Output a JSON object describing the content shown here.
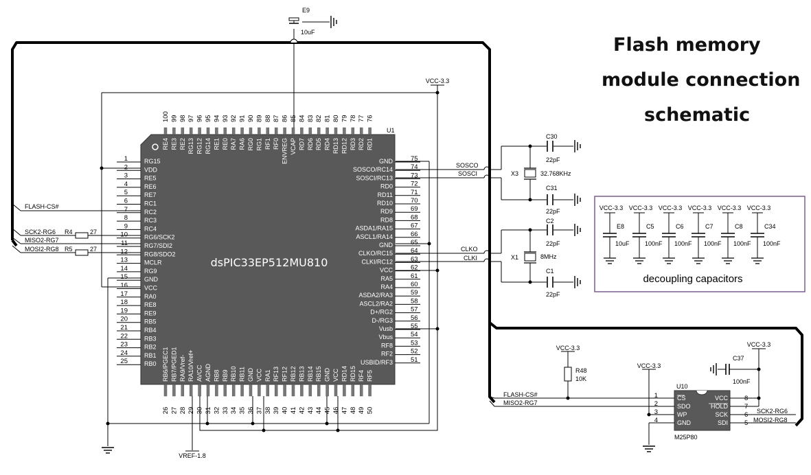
{
  "title": {
    "line1": "Flash memory",
    "line2": "module connection",
    "line3": "schematic"
  },
  "mcu": {
    "ref": "U1",
    "name": "dsPIC33EP512MU810",
    "left_pins": [
      {
        "num": "1",
        "name": "RG15"
      },
      {
        "num": "2",
        "name": "VDD"
      },
      {
        "num": "3",
        "name": "RE5"
      },
      {
        "num": "4",
        "name": "RE6"
      },
      {
        "num": "5",
        "name": "RE7"
      },
      {
        "num": "6",
        "name": "RC1"
      },
      {
        "num": "7",
        "name": "RC2"
      },
      {
        "num": "8",
        "name": "RC3"
      },
      {
        "num": "9",
        "name": "RC4"
      },
      {
        "num": "10",
        "name": "RG6/SCK2"
      },
      {
        "num": "11",
        "name": "RG7/SDI2"
      },
      {
        "num": "12",
        "name": "RG8/SDO2"
      },
      {
        "num": "13",
        "name": "MCLR"
      },
      {
        "num": "14",
        "name": "RG9"
      },
      {
        "num": "15",
        "name": "GND"
      },
      {
        "num": "16",
        "name": "VCC"
      },
      {
        "num": "17",
        "name": "RA0"
      },
      {
        "num": "18",
        "name": "RE8"
      },
      {
        "num": "19",
        "name": "RE9"
      },
      {
        "num": "20",
        "name": "RB5"
      },
      {
        "num": "21",
        "name": "RB4"
      },
      {
        "num": "22",
        "name": "RB3"
      },
      {
        "num": "23",
        "name": "RB2"
      },
      {
        "num": "24",
        "name": "RB1"
      },
      {
        "num": "25",
        "name": "RB0"
      }
    ],
    "right_pins": [
      {
        "num": "75",
        "name": "GND"
      },
      {
        "num": "74",
        "name": "SOSCO/RC14"
      },
      {
        "num": "73",
        "name": "SOSCI/RC13"
      },
      {
        "num": "72",
        "name": "RD0"
      },
      {
        "num": "71",
        "name": "RD11"
      },
      {
        "num": "70",
        "name": "RD10"
      },
      {
        "num": "69",
        "name": "RD9"
      },
      {
        "num": "68",
        "name": "RD8"
      },
      {
        "num": "67",
        "name": "ASDA1/RA15"
      },
      {
        "num": "66",
        "name": "ASCL1/RA14"
      },
      {
        "num": "65",
        "name": "GND"
      },
      {
        "num": "64",
        "name": "CLKO/RC15"
      },
      {
        "num": "63",
        "name": "CLKI/RC12"
      },
      {
        "num": "62",
        "name": "VCC"
      },
      {
        "num": "61",
        "name": "RA5"
      },
      {
        "num": "60",
        "name": "RA4"
      },
      {
        "num": "59",
        "name": "ASDA2/RA3"
      },
      {
        "num": "58",
        "name": "ASCL2/RA2"
      },
      {
        "num": "57",
        "name": "D+/RG2"
      },
      {
        "num": "56",
        "name": "D-/RG3"
      },
      {
        "num": "55",
        "name": "Vusb"
      },
      {
        "num": "54",
        "name": "Vbus"
      },
      {
        "num": "53",
        "name": "RF8"
      },
      {
        "num": "52",
        "name": "RF2"
      },
      {
        "num": "51",
        "name": "USBID/RF3"
      }
    ],
    "top_pins": [
      {
        "num": "100",
        "name": "RE4"
      },
      {
        "num": "99",
        "name": "RE3"
      },
      {
        "num": "98",
        "name": "RE2"
      },
      {
        "num": "97",
        "name": "RG13"
      },
      {
        "num": "96",
        "name": "RG12"
      },
      {
        "num": "95",
        "name": "RG14"
      },
      {
        "num": "94",
        "name": "RE1"
      },
      {
        "num": "93",
        "name": "RE0"
      },
      {
        "num": "92",
        "name": "RA7"
      },
      {
        "num": "91",
        "name": "RA6"
      },
      {
        "num": "90",
        "name": "RG0"
      },
      {
        "num": "89",
        "name": "RG1"
      },
      {
        "num": "88",
        "name": "RF1"
      },
      {
        "num": "87",
        "name": "RF0"
      },
      {
        "num": "86",
        "name": "ENVREG"
      },
      {
        "num": "85",
        "name": "VCAP"
      },
      {
        "num": "84",
        "name": "RD7"
      },
      {
        "num": "83",
        "name": "RD6"
      },
      {
        "num": "82",
        "name": "RD5"
      },
      {
        "num": "81",
        "name": "RD4"
      },
      {
        "num": "80",
        "name": "RD13"
      },
      {
        "num": "79",
        "name": "RD12"
      },
      {
        "num": "78",
        "name": "RD3"
      },
      {
        "num": "77",
        "name": "RD2"
      },
      {
        "num": "76",
        "name": "RD1"
      }
    ],
    "bottom_pins": [
      {
        "num": "26",
        "name": "RB6/PGEC1"
      },
      {
        "num": "27",
        "name": "RB7/PGED1"
      },
      {
        "num": "28",
        "name": "RA9/Vref-"
      },
      {
        "num": "29",
        "name": "RA10/Vref+"
      },
      {
        "num": "30",
        "name": "AVCC"
      },
      {
        "num": "31",
        "name": "AGND"
      },
      {
        "num": "32",
        "name": "RB8"
      },
      {
        "num": "33",
        "name": "RB9"
      },
      {
        "num": "34",
        "name": "RB10"
      },
      {
        "num": "35",
        "name": "RB11"
      },
      {
        "num": "36",
        "name": "GND"
      },
      {
        "num": "37",
        "name": "VCC"
      },
      {
        "num": "38",
        "name": "RA1"
      },
      {
        "num": "39",
        "name": "RF13"
      },
      {
        "num": "40",
        "name": "RF12"
      },
      {
        "num": "41",
        "name": "RB12"
      },
      {
        "num": "42",
        "name": "RB13"
      },
      {
        "num": "43",
        "name": "RB14"
      },
      {
        "num": "44",
        "name": "RB15"
      },
      {
        "num": "45",
        "name": "GND"
      },
      {
        "num": "46",
        "name": "VCC"
      },
      {
        "num": "47",
        "name": "RD14"
      },
      {
        "num": "48",
        "name": "RD15"
      },
      {
        "num": "49",
        "name": "RF4"
      },
      {
        "num": "50",
        "name": "RF5"
      }
    ]
  },
  "nets": {
    "flash_cs": "FLASH-CS#",
    "sck": "SCK2-RG6",
    "miso": "MISO2-RG7",
    "mosi": "MOSI2-RG8",
    "sosco": "SOSCO",
    "sosci": "SOSCI",
    "clko": "CLKO",
    "clki": "CLKI",
    "vref": "VREF-1.8",
    "vcc": "VCC-3.3"
  },
  "resistors": {
    "r4": {
      "ref": "R4",
      "value": "27"
    },
    "r5": {
      "ref": "R5",
      "value": "27"
    },
    "r48": {
      "ref": "R48",
      "value": "10K"
    }
  },
  "capacitors": {
    "e9": {
      "ref": "E9",
      "value": "10uF"
    },
    "c30": {
      "ref": "C30",
      "value": "22pF"
    },
    "c31": {
      "ref": "C31",
      "value": "22pF"
    },
    "c2": {
      "ref": "C2",
      "value": "22pF"
    },
    "c1": {
      "ref": "C1",
      "value": "22pF"
    },
    "c37": {
      "ref": "C37",
      "value": "100nF"
    }
  },
  "crystals": {
    "x3": {
      "ref": "X3",
      "value": "32.768KHz"
    },
    "x1": {
      "ref": "X1",
      "value": "8MHz"
    }
  },
  "decoupling": {
    "caption": "decoupling capacitors",
    "caps": [
      {
        "ref": "E8",
        "value": "10uF",
        "supply": "VCC-3.3"
      },
      {
        "ref": "C5",
        "value": "100nF",
        "supply": "VCC-3.3"
      },
      {
        "ref": "C6",
        "value": "100nF",
        "supply": "VCC-3.3"
      },
      {
        "ref": "C7",
        "value": "100nF",
        "supply": "VCC-3.3"
      },
      {
        "ref": "C8",
        "value": "100nF",
        "supply": "VCC-3.3"
      },
      {
        "ref": "C34",
        "value": "100nF",
        "supply": "VCC-3.3"
      }
    ]
  },
  "flash": {
    "ref": "U10",
    "name": "M25P80",
    "left_pins": [
      {
        "num": "1",
        "name": "CS"
      },
      {
        "num": "2",
        "name": "SDO"
      },
      {
        "num": "3",
        "name": "WP"
      },
      {
        "num": "4",
        "name": "GND"
      }
    ],
    "right_pins": [
      {
        "num": "8",
        "name": "VCC"
      },
      {
        "num": "7",
        "name": "HOLD"
      },
      {
        "num": "6",
        "name": "SCK"
      },
      {
        "num": "5",
        "name": "SDI"
      }
    ]
  },
  "colors": {
    "chip_fill": "#595959",
    "decoupling_border": "#7b5a9c",
    "wire": "#000000"
  }
}
